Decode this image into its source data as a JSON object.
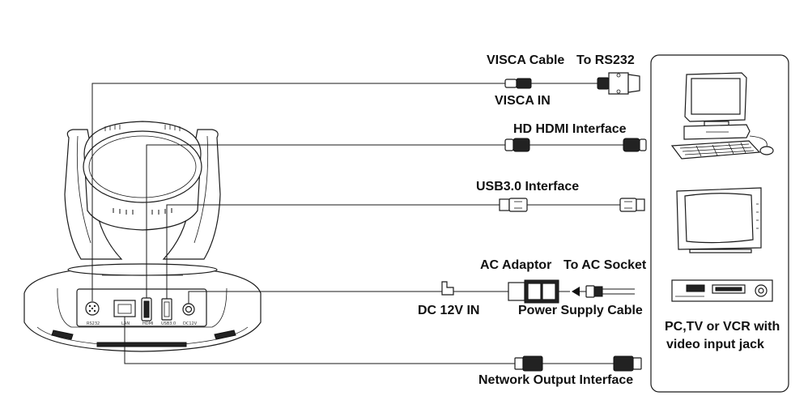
{
  "labels": {
    "visca_cable": "VISCA Cable",
    "to_rs232": "To RS232",
    "visca_in": "VISCA IN",
    "hdmi": "HD HDMI Interface",
    "usb": "USB3.0 Interface",
    "ac_adaptor": "AC Adaptor",
    "to_ac_socket": "To AC Socket",
    "dc_in": "DC 12V IN",
    "power_cable": "Power Supply Cable",
    "devices_caption_line1": "PC,TV or VCR with",
    "devices_caption_line2": "video input jack",
    "network": "Network Output Interface"
  },
  "ports": {
    "rs232": "RS232",
    "lan": "LAN",
    "hdmi": "HDMI",
    "usb": "USB3.0",
    "dc": "DC12V"
  },
  "colors": {
    "line": "#1a1a1a",
    "background": "#ffffff"
  }
}
